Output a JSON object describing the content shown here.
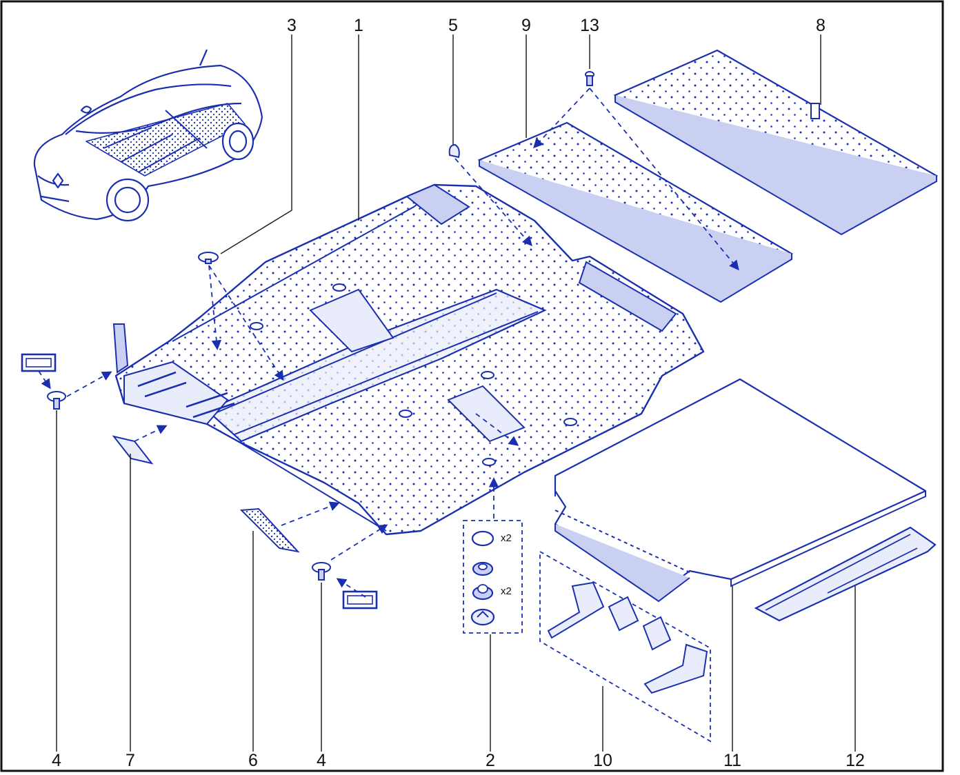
{
  "colors": {
    "line": "#1a2fb0",
    "fill_light": "#e9ecfa",
    "fill_mid": "#c9d0f1",
    "frame": "#111111",
    "leader": "#222222",
    "label": "#111111"
  },
  "callouts": {
    "top": [
      "3",
      "1",
      "5",
      "9",
      "13",
      "8"
    ],
    "bottom": [
      "4",
      "7",
      "6",
      "4",
      "2",
      "10",
      "11",
      "12"
    ]
  },
  "quantities": {
    "ring": "x2",
    "grommet": "x2"
  },
  "icons": [
    "car-overview-icon",
    "tape-label-icon",
    "clip-icon",
    "grommet-icon",
    "fastener-icon"
  ]
}
